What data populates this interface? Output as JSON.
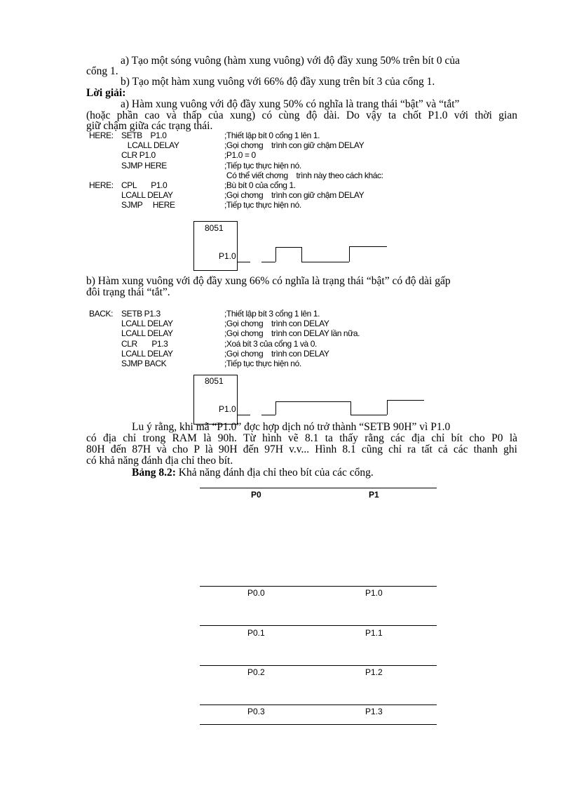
{
  "intro": {
    "a1": "a) Tạo một sóng vuông (hàm xung vuông) với độ đầy xung 50% trên bít 0 của",
    "a2": "cổng 1.",
    "b": "b) Tạo một hàm xung vuông với 66% độ đầy xung trên bít 3 của cổng 1."
  },
  "solution_heading": "Lời giải:",
  "part_a": {
    "l1": "a) Hàm xung vuông với độ đầy xung 50% có nghĩa là trang thái “bật” và “tắt”",
    "l2": "(hoặc phần cao và thấp của xung) có cùng độ dài. Do vậy ta chốt P1.0 với thời gian",
    "l3": "giữ chậm giữa các trạng thái."
  },
  "code_a": [
    {
      "label": "HERE:",
      "instr": "SETB    P1.0",
      "comment": ";Thiết lập bít 0 cổng 1 lên 1."
    },
    {
      "label": "",
      "instr": "   LCALL DELAY",
      "comment": ";Gọi chơng    trình con giữ chậm DELAY"
    },
    {
      "label": "",
      "instr": "CLR P1.0",
      "comment": ";P1.0 = 0"
    },
    {
      "label": "",
      "instr": "SJMP HERE",
      "comment": ";Tiếp tục thực hiện nó."
    },
    {
      "label": "",
      "instr": "",
      "comment": " Có thể viết chơng    trình này theo cách khác:"
    },
    {
      "label": "HERE:",
      "instr": "CPL       P1.0",
      "comment": ";Bù bít 0 của cổng 1."
    },
    {
      "label": "",
      "instr": "LCALL DELAY",
      "comment": ";Gọi chơng    trình con giữ chậm DELAY"
    },
    {
      "label": "",
      "instr": "SJMP     HERE",
      "comment": ";Tiếp tục thực hiện nó."
    }
  ],
  "diagram": {
    "chip": "8051",
    "pin": "P1.0"
  },
  "part_b": {
    "l1": "b) Hàm xung vuông với độ đầy xung 66% có nghĩa là trạng thái “bật” có độ dài gấp",
    "l2": "đôi trạng thái “tắt”."
  },
  "code_b": [
    {
      "label": "BACK:",
      "instr": "SETB P1.3",
      "comment": ";Thiết lập bít 3 cổng 1 lên 1."
    },
    {
      "label": "",
      "instr": "LCALL DELAY",
      "comment": ";Gọi chơng    trình con DELAY"
    },
    {
      "label": "",
      "instr": "LCALL DELAY",
      "comment": ";Gọi chơng    trình con DELAY lần nữa."
    },
    {
      "label": "",
      "instr": "CLR       P1.3",
      "comment": ";Xoá bít 3 của cổng 1 và 0."
    },
    {
      "label": "",
      "instr": "LCALL DELAY",
      "comment": ";Gọi chơng    trình con DELAY"
    },
    {
      "label": "",
      "instr": "SJMP BACK",
      "comment": ";Tiếp tục thực hiện nó."
    }
  ],
  "note": {
    "l1": "Lu   ý rằng, khi mã “P1.0” đợc   hợp dịch nó trở thành “SETB 90H” vì P1.0",
    "l2": "có địa chỉ trong RAM là 90h. Từ hình vẽ 8.1 ta thấy rằng các địa chỉ bít cho P0 là",
    "l3": "80H đến 87H và cho P là 90H đến 97H v.v... Hình 8.1 cũng chỉ ra tất cả các thanh ghi",
    "l4": "có khả năng đánh địa chỉ theo bít."
  },
  "table": {
    "caption_bold": "Bảng 8.2:",
    "caption": " Khả năng đánh địa chỉ theo bít của các cổng.",
    "headers": [
      "P0",
      "P1"
    ],
    "rows": [
      [
        "P0.0",
        "P1.0"
      ],
      [
        "P0.1",
        "P1.1"
      ],
      [
        "P0.2",
        "P1.2"
      ],
      [
        "P0.3",
        "P1.3"
      ]
    ]
  }
}
